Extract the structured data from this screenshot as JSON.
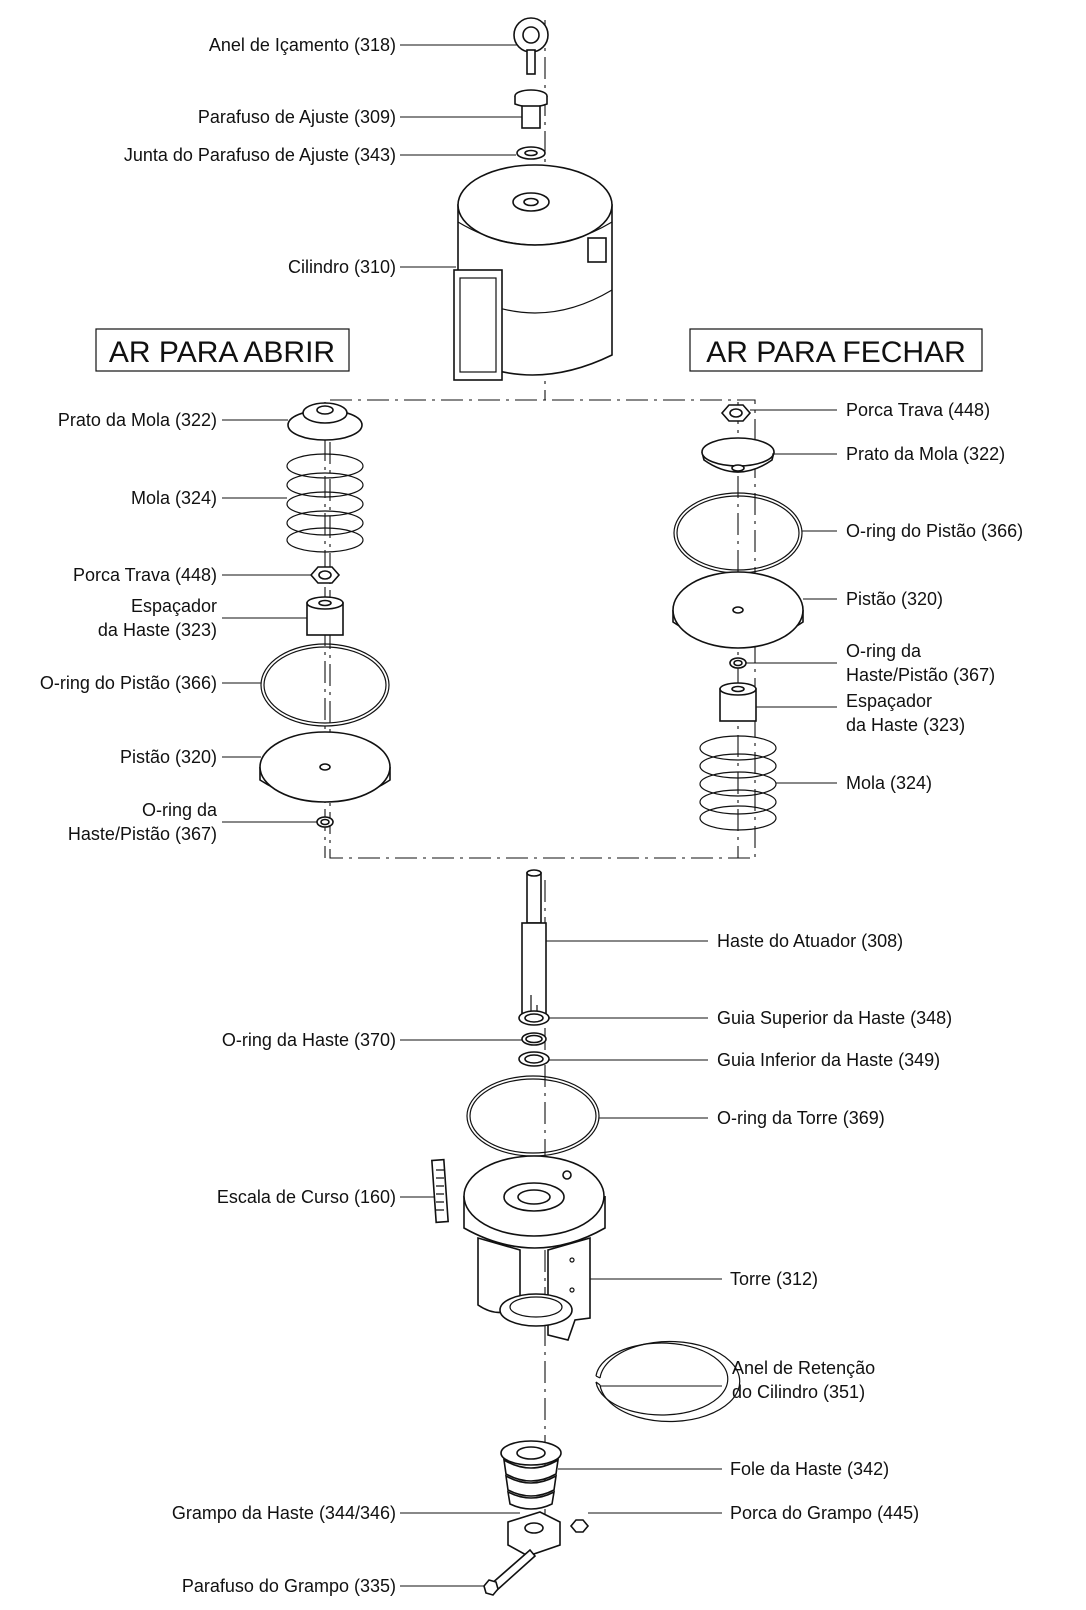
{
  "headings": {
    "air_to_open": "AR PARA ABRIR",
    "air_to_close": "AR PARA FECHAR"
  },
  "top_labels": {
    "lifting_ring": "Anel de Içamento (318)",
    "adjusting_screw": "Parafuso de Ajuste (309)",
    "adjusting_screw_gasket": "Junta do Parafuso de Ajuste (343)",
    "cylinder": "Cilindro (310)"
  },
  "left_labels": {
    "spring_plate": "Prato da Mola (322)",
    "spring": "Mola (324)",
    "lock_nut": "Porca Trava (448)",
    "spacer_1": "Espaçador",
    "spacer_2": "da Haste (323)",
    "piston_oring": "O-ring do Pistão (366)",
    "piston": "Pistão (320)",
    "stem_piston_oring_1": "O-ring da",
    "stem_piston_oring_2": "Haste/Pistão (367)"
  },
  "right_labels": {
    "lock_nut": "Porca Trava (448)",
    "spring_plate": "Prato da Mola (322)",
    "piston_oring": "O-ring do Pistão (366)",
    "piston": "Pistão (320)",
    "stem_piston_oring_1": "O-ring da",
    "stem_piston_oring_2": "Haste/Pistão (367)",
    "spacer_1": "Espaçador",
    "spacer_2": "da Haste (323)",
    "spring": "Mola (324)"
  },
  "bottom_labels": {
    "actuator_stem": "Haste do Atuador (308)",
    "upper_stem_guide": "Guia Superior da Haste (348)",
    "stem_oring": "O-ring da Haste (370)",
    "lower_stem_guide": "Guia Inferior da Haste (349)",
    "yoke_oring": "O-ring da Torre (369)",
    "travel_scale": "Escala de Curso (160)",
    "yoke": "Torre (312)",
    "retaining_ring_1": "Anel de Retenção",
    "retaining_ring_2": "do Cilindro (351)",
    "stem_boot": "Fole da Haste (342)",
    "stem_clamp": "Grampo da Haste (344/346)",
    "clamp_nut": "Porca do Grampo (445)",
    "clamp_screw": "Parafuso do Grampo (335)"
  }
}
